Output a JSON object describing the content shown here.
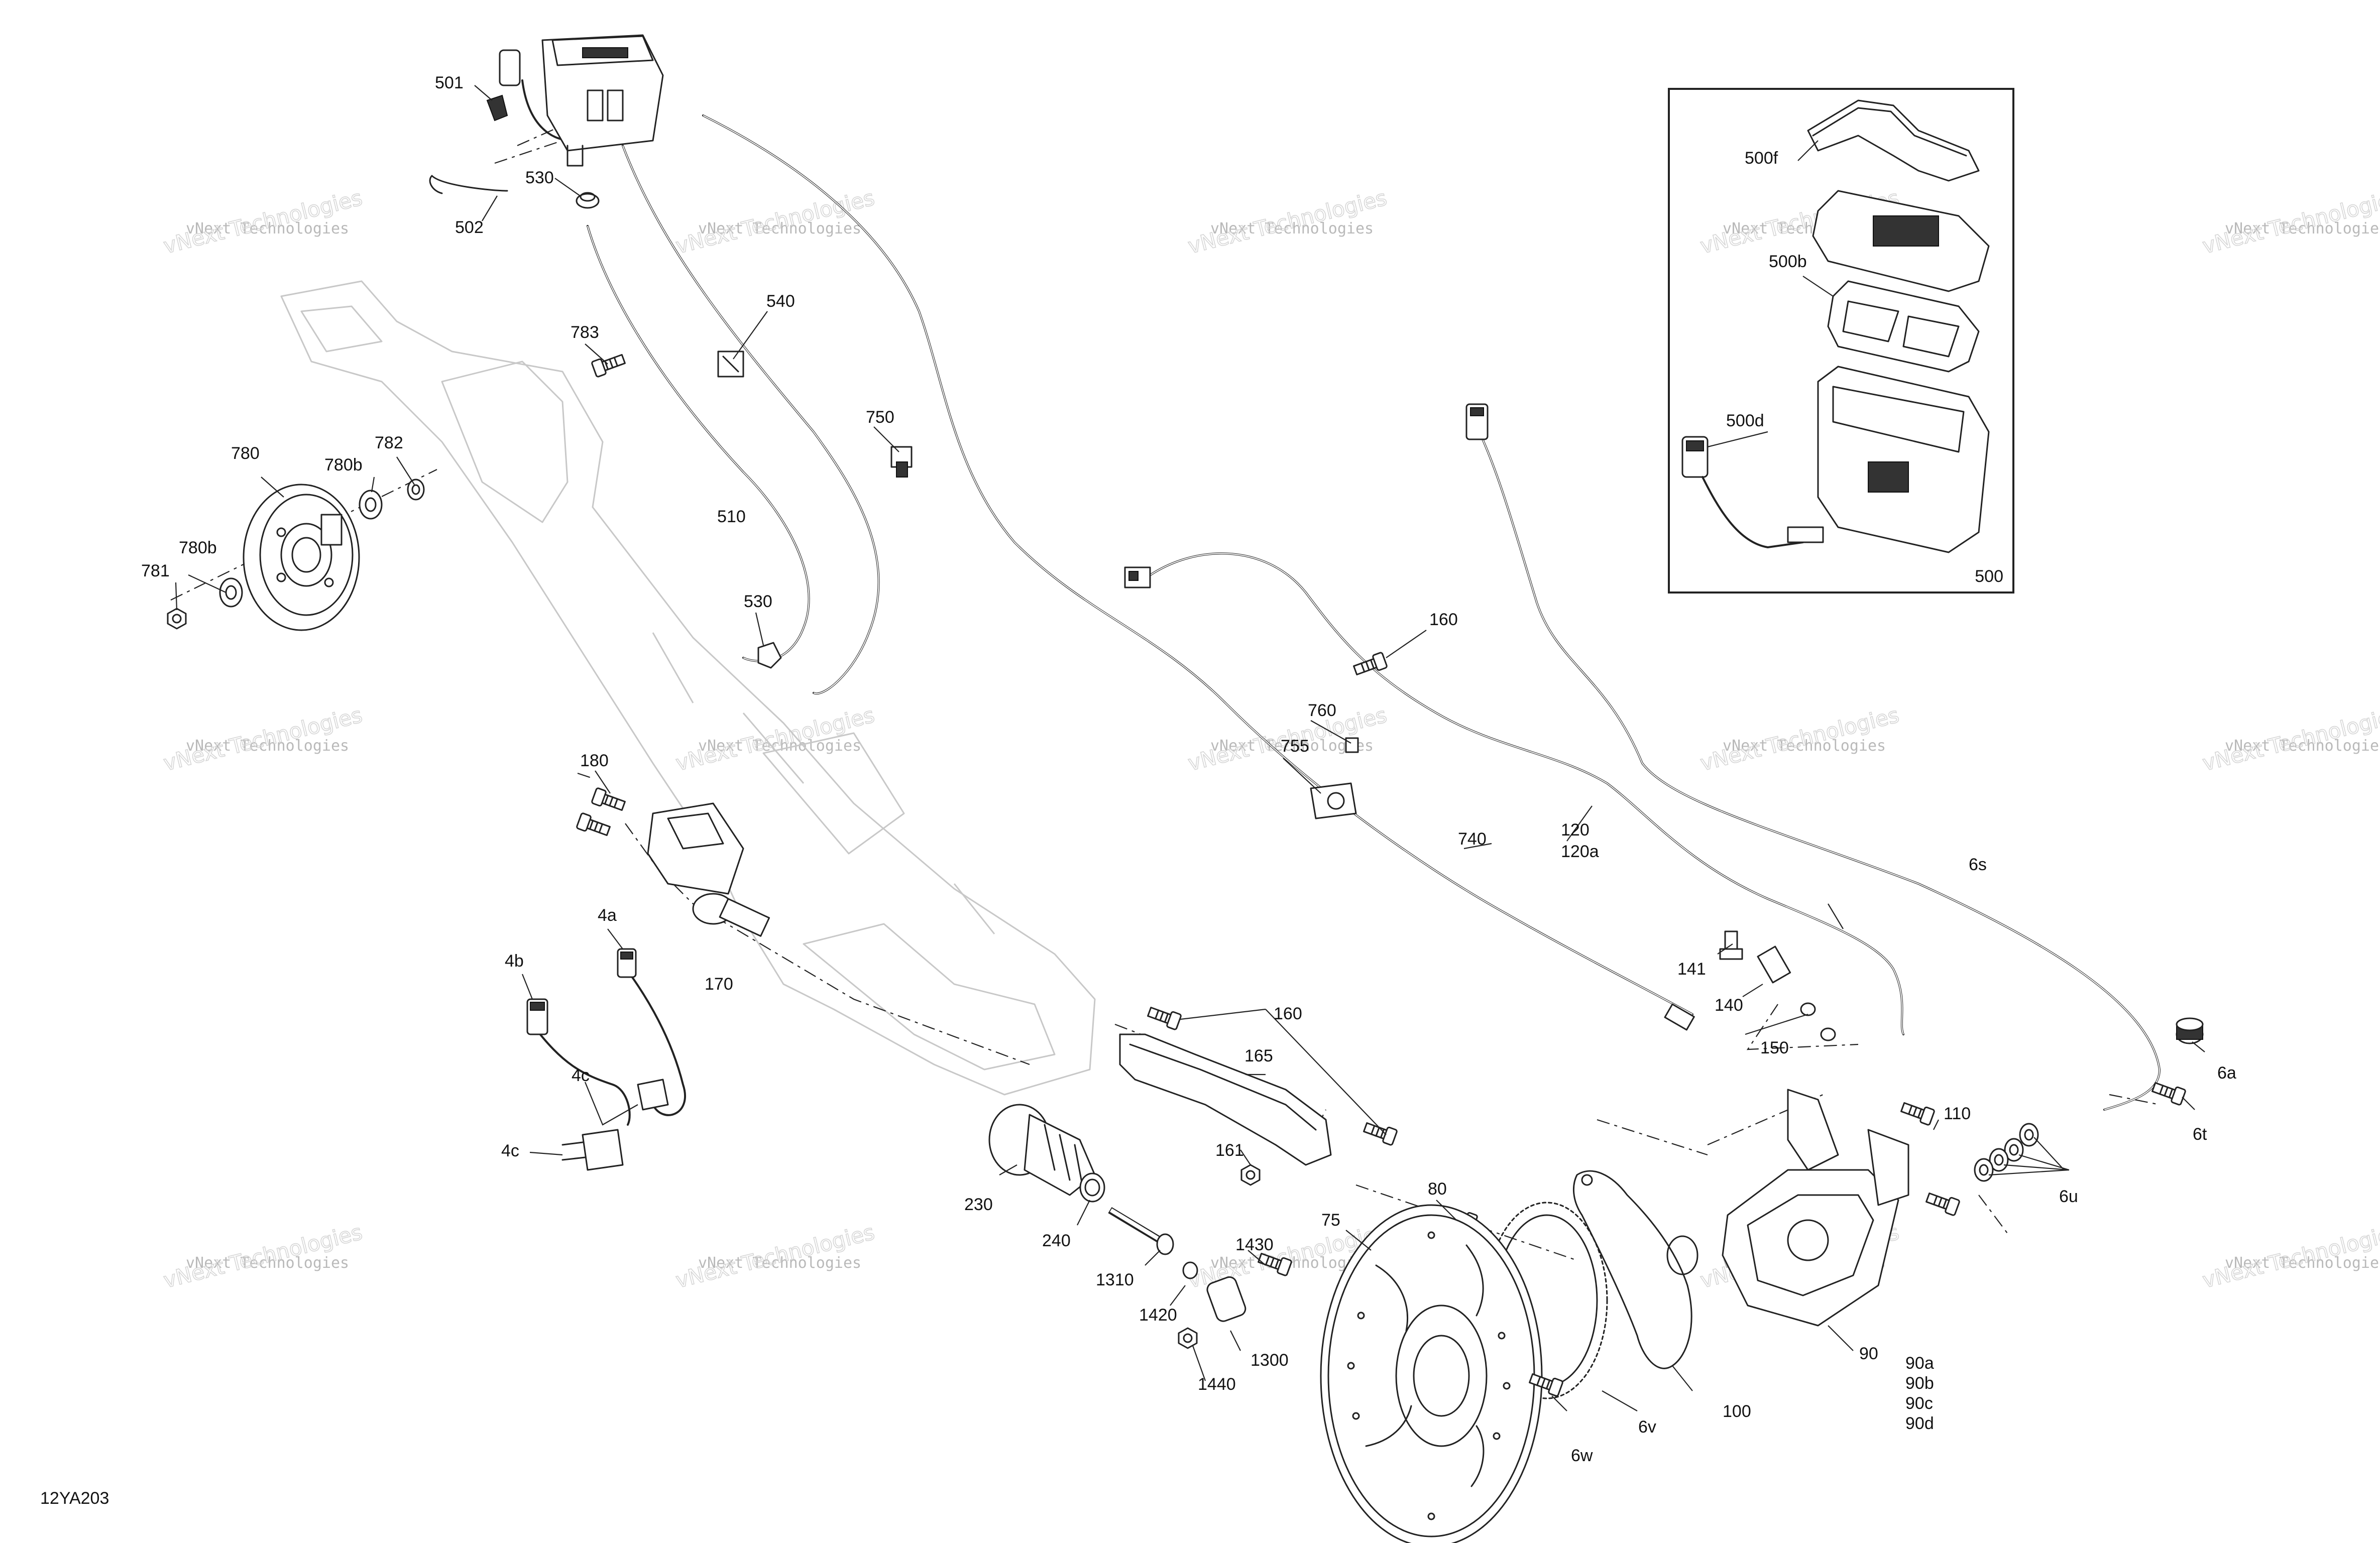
{
  "diagram_code": "12YA203",
  "watermark": {
    "line1": "vNext Technologies",
    "line2": "vNext Technologies"
  },
  "inset_box_label": "500",
  "callouts": {
    "c501": "501",
    "c502": "502",
    "c530a": "530",
    "c530b": "530",
    "c540": "540",
    "c510": "510",
    "c750": "750",
    "c783": "783",
    "c780": "780",
    "c780b1": "780b",
    "c782": "782",
    "c780b2": "780b",
    "c781": "781",
    "c180": "180",
    "c4a": "4a",
    "c4b": "4b",
    "c4c1": "4c",
    "c4c2": "4c",
    "c170": "170",
    "c160a": "160",
    "c760": "760",
    "c755": "755",
    "c740": "740",
    "c120": "120",
    "c120a": "120a",
    "c6s": "6s",
    "c141": "141",
    "c140": "140",
    "c150": "150",
    "c6a": "6a",
    "c6t": "6t",
    "c6u": "6u",
    "c110": "110",
    "c160b": "160",
    "c165": "165",
    "c161": "161",
    "c230": "230",
    "c240": "240",
    "c1310": "1310",
    "c1430": "1430",
    "c1420": "1420",
    "c1300": "1300",
    "c1440": "1440",
    "c75": "75",
    "c80": "80",
    "c6w": "6w",
    "c6v": "6v",
    "c100": "100",
    "c90": "90",
    "c90a": "90a",
    "c90b": "90b",
    "c90c": "90c",
    "c90d": "90d",
    "c500f": "500f",
    "c500b": "500b",
    "c500d": "500d"
  }
}
